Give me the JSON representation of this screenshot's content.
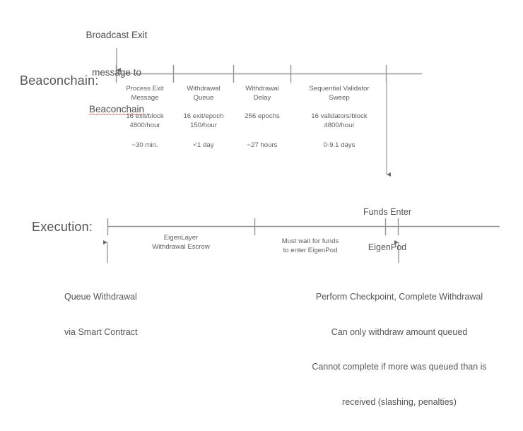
{
  "diagram": {
    "title_note": {
      "line1": "Broadcast Exit",
      "line2": "message to",
      "line3": "Beaconchain"
    },
    "axes": [
      {
        "id": "beaconchain",
        "label": "Beaconchain:"
      },
      {
        "id": "execution",
        "label": "Execution:"
      }
    ],
    "beaconchain_segments": [
      {
        "name": "Process Exit\nMessage",
        "rate": "16 exit/block\n4800/hour",
        "duration": "~30 min."
      },
      {
        "name": "Withdrawal\nQueue",
        "rate": "16 exit/epoch\n150/hour",
        "duration": "<1 day"
      },
      {
        "name": "Withdrawal\nDelay",
        "rate": "256 epochs",
        "duration": "~27 hours"
      },
      {
        "name": "Sequential Validator\nSweep",
        "rate": "16 validators/block\n4800/hour",
        "duration": "0-9.1 days"
      }
    ],
    "funds_enter": {
      "line1": "Funds Enter",
      "line2": "EigenPod"
    },
    "execution_segments": [
      {
        "name": "EigenLayer\nWithdrawal Escrow"
      },
      {
        "name": "Must wait for funds\nto enter EigenPod"
      }
    ],
    "queue_withdrawal": {
      "line1": "Queue Withdrawal",
      "line2": "via Smart Contract"
    },
    "complete_withdrawal": {
      "line1": "Perform Checkpoint, Complete Withdrawal",
      "line2": "Can only withdraw amount queued",
      "line3": "Cannot complete if more was queued than is",
      "line4": "received (slashing, penalties)"
    },
    "colors": {
      "line": "#808080",
      "text": "#595959",
      "spellcheck": "#e06666",
      "background": "#ffffff"
    }
  }
}
